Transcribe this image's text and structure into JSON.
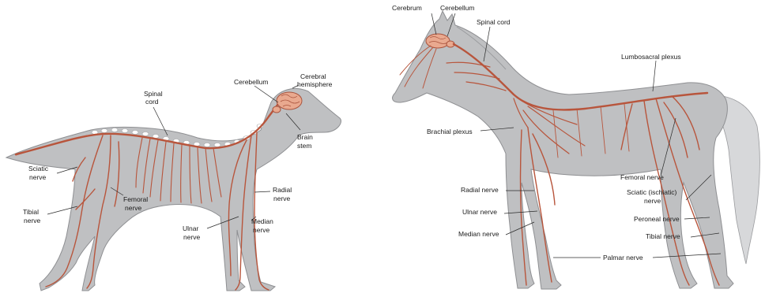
{
  "colors": {
    "body": "#bfc0c2",
    "outline": "#8e8f92",
    "nerve": "#b8553c",
    "brain": "#e9a98f",
    "text": "#1a1a1a"
  },
  "dog": {
    "labels": {
      "cerebral_hemisphere_1": "Cerebral",
      "cerebral_hemisphere_2": "hemisphere",
      "cerebellum": "Cerebellum",
      "spinal_cord_1": "Spinal",
      "spinal_cord_2": "cord",
      "brain_stem_1": "Brain",
      "brain_stem_2": "stem",
      "sciatic_nerve_1": "Sciatic",
      "sciatic_nerve_2": "nerve",
      "femoral_nerve_1": "Femoral",
      "femoral_nerve_2": "nerve",
      "tibial_nerve_1": "Tibial",
      "tibial_nerve_2": "nerve",
      "radial_nerve_1": "Radial",
      "radial_nerve_2": "nerve",
      "ulnar_nerve_1": "Ulnar",
      "ulnar_nerve_2": "nerve",
      "median_nerve_1": "Median",
      "median_nerve_2": "nerve"
    }
  },
  "horse": {
    "labels": {
      "cerebrum": "Cerebrum",
      "cerebellum": "Cerebellum",
      "spinal_cord": "Spinal cord",
      "lumbosacral_plexus": "Lumbosacral plexus",
      "brachial_plexus": "Brachial plexus",
      "radial_nerve": "Radial nerve",
      "ulnar_nerve": "Ulnar nerve",
      "median_nerve": "Median nerve",
      "femoral_nerve": "Femoral nerve",
      "sciatic_nerve_1": "Sciatic (ischiatic)",
      "sciatic_nerve_2": "nerve",
      "peroneal_nerve": "Peroneal nerve",
      "tibial_nerve": "Tibial nerve",
      "palmar_nerve": "Palmar nerve"
    }
  }
}
